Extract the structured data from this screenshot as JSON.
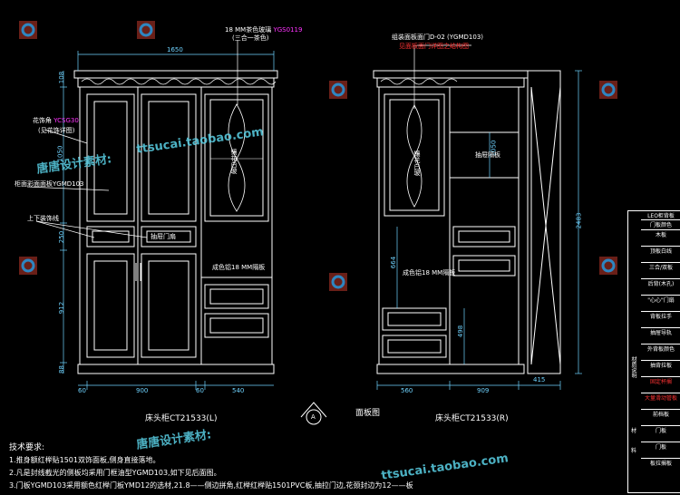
{
  "colors": {
    "bg": "#000000",
    "line": "#ffffff",
    "highlight": "#ff33ff",
    "accent": "#ff3333",
    "watermark": "#5ad0e6",
    "dim": "#6fd3ff"
  },
  "watermark": {
    "text_a": "唐唐设计素材:",
    "text_b": "ttsucai.taobao.com",
    "icon": "logo-swirl-icon"
  },
  "left_view": {
    "title": "床头柜CT21533(L)",
    "dims_top": "1650",
    "dims_bottom": [
      "60",
      "900",
      "60",
      "540"
    ],
    "dims_left": [
      "108",
      "1050",
      "250",
      "912",
      "88"
    ],
    "callouts": [
      {
        "text": "18 MM茶色玻璃",
        "code": "YGS0119",
        "sub": "(三合一茶色)"
      },
      {
        "text": "花饰角",
        "code": "YCSG30",
        "sub": "(见花饰详图)"
      },
      {
        "text": "柜面彩面面板",
        "code": "YGMD103"
      },
      {
        "text": "上下装饰线"
      },
      {
        "text": "成色铝18 MM隔板"
      }
    ],
    "glass_label": "镶花白玻",
    "drawer_label": "抽屉门扇"
  },
  "right_view": {
    "title": "床头柜CT21533(R)",
    "dims_bottom": [
      "560",
      "909",
      "415"
    ],
    "dims_right": [
      "2483"
    ],
    "dims_inner": [
      "664",
      "1050",
      "498"
    ],
    "callouts": [
      {
        "text": "组装面板面门",
        "code": "D-02 (YGMD103)",
        "sub": "见面板面门详图之结构图"
      },
      {
        "text": "成色铝18 MM隔板"
      },
      {
        "text": "抽屉隔板"
      }
    ],
    "glass_label": "镶花白玻"
  },
  "center": {
    "marker": "A",
    "label": "面板图"
  },
  "notes": {
    "heading": "技术要求:",
    "lines": [
      "1.推身额红榉贴1501双饰面板,侧身直接落地。",
      "2.凡是封线截光的侧板均采用门框油型YGMD103,如下见后面图。",
      "3.门板YGMD103采用额色红榉门板YMD12的选材,21.8——侧边拼角,红榉红榉贴1501PVC板,抽拉门边,花颈封边为12——板"
    ]
  },
  "legend": {
    "rows": [
      "LEO柜背板",
      "门板颜色",
      "木板",
      "顶板白线",
      "三合/双板",
      "后背(木孔)",
      "\"心心\"门扇",
      "背板拉手",
      "抽屉导轨",
      "外背板颜色",
      "抽背拉板",
      "固定杯搁",
      "大量滑动管板",
      "前档板",
      "门板",
      "门板",
      "板拉搁板"
    ],
    "side": [
      "材质说明",
      "材",
      "料"
    ]
  }
}
